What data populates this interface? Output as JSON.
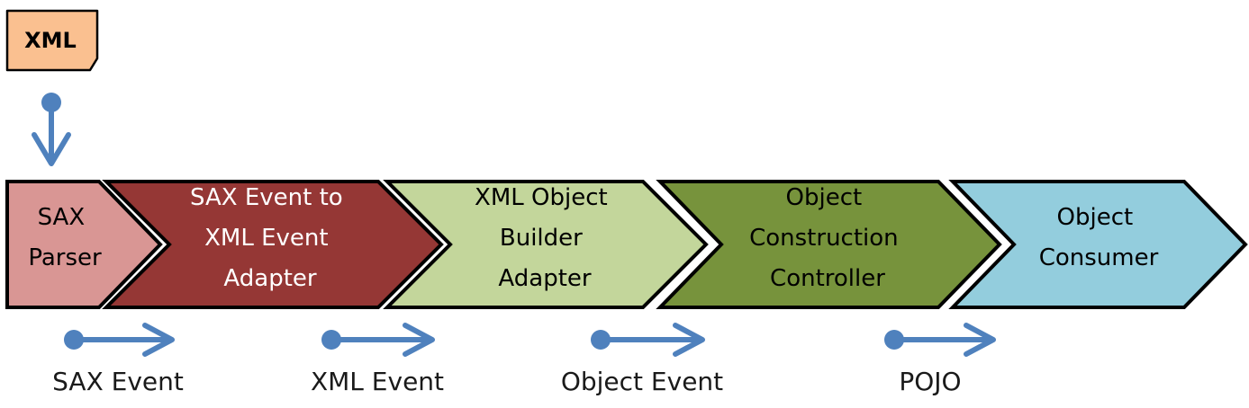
{
  "input_document": {
    "label": "XML",
    "fill": "#FAC090"
  },
  "stages": [
    {
      "lines": [
        "SAX",
        "Parser"
      ],
      "fill": "#D99694",
      "text_color": "#000000"
    },
    {
      "lines": [
        "SAX Event to",
        "XML Event",
        "Adapter"
      ],
      "fill": "#953735",
      "text_color": "#FFFFFF"
    },
    {
      "lines": [
        "XML Object",
        "Builder",
        "Adapter"
      ],
      "fill": "#C3D69B",
      "text_color": "#000000"
    },
    {
      "lines": [
        "Object",
        "Construction",
        "Controller"
      ],
      "fill": "#77933C",
      "text_color": "#000000"
    },
    {
      "lines": [
        "Object",
        "Consumer"
      ],
      "fill": "#93CDDD",
      "text_color": "#000000"
    }
  ],
  "flows": [
    {
      "label": "SAX Event"
    },
    {
      "label": "XML Event"
    },
    {
      "label": "Object Event"
    },
    {
      "label": "POJO"
    }
  ],
  "colors": {
    "connector": "#4F81BD",
    "outline": "#000000"
  }
}
